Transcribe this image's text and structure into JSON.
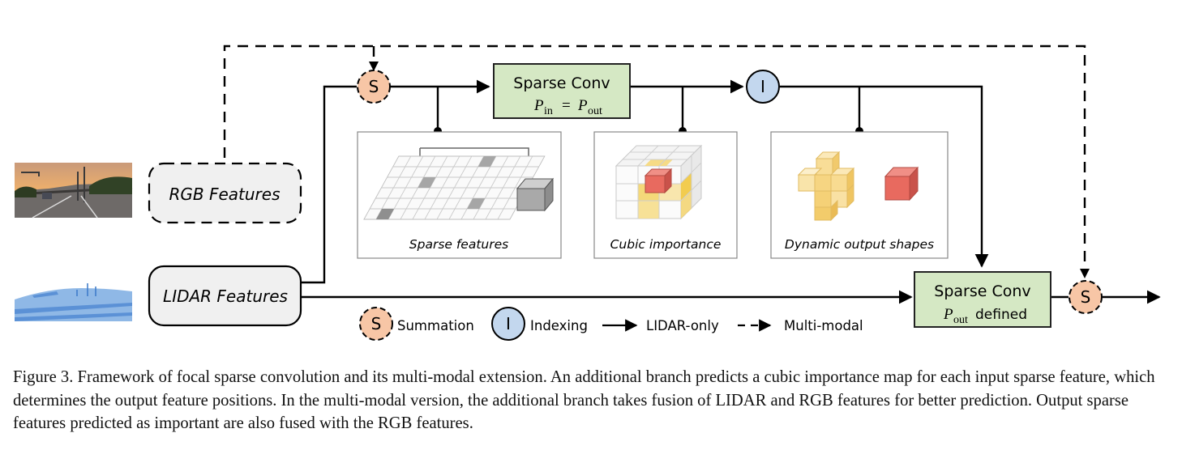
{
  "figure": {
    "sparse_conv_top": {
      "title": "Sparse Conv",
      "p_symbol": "P",
      "sub_in": "in",
      "equals": "=",
      "sub_out": "out"
    },
    "sparse_conv_bottom": {
      "title": "Sparse Conv",
      "p_symbol": "P",
      "sub_out": "out",
      "suffix": "defined"
    },
    "rgb_features_label": "RGB Features",
    "lidar_features_label": "LIDAR Features",
    "sum_symbol": "S",
    "index_symbol": "I",
    "panels": [
      {
        "caption": "Sparse features"
      },
      {
        "caption": "Cubic importance"
      },
      {
        "caption": "Dynamic output shapes"
      }
    ],
    "legend": {
      "summation_symbol": "S",
      "summation_label": "Summation",
      "indexing_symbol": "I",
      "indexing_label": "Indexing",
      "lidar_only_label": "LIDAR-only",
      "multimodal_label": "Multi-modal"
    },
    "colors": {
      "conv_fill": "#d5e8c4",
      "conv_stroke": "#222222",
      "sum_fill": "#f7c6a6",
      "index_fill": "#c3d7ee",
      "feature_box_fill": "#f0f0f0",
      "importance_yellow": "#f3c93e",
      "importance_red": "#e86a5f"
    }
  },
  "caption": "Figure 3. Framework of focal sparse convolution and its multi-modal extension. An additional branch predicts a cubic importance map for each input sparse feature, which determines the output feature positions. In the multi-modal version, the additional branch takes fusion of LIDAR and RGB features for better prediction. Output sparse features predicted as important are also fused with the RGB features."
}
